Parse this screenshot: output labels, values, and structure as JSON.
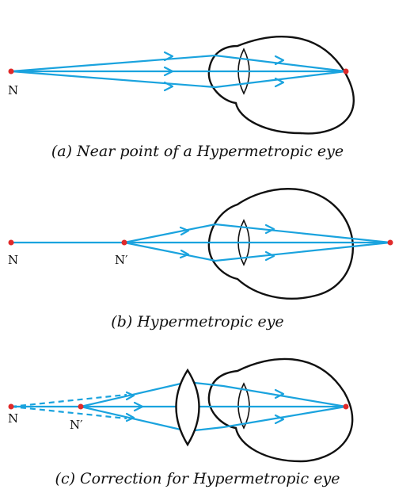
{
  "panels": [
    {
      "caption": "(a) Near point of a Hypermetropic eye",
      "labels": [
        "N"
      ]
    },
    {
      "caption": "(b) Hypermetropic eye",
      "labels": [
        "N",
        "N′"
      ]
    },
    {
      "caption": "(c) Correction for Hypermetropic eye",
      "labels": [
        "N",
        "N′"
      ]
    }
  ],
  "colors": {
    "ray": "#1aa3de",
    "point": "#e02a2a",
    "outline": "#111111"
  }
}
